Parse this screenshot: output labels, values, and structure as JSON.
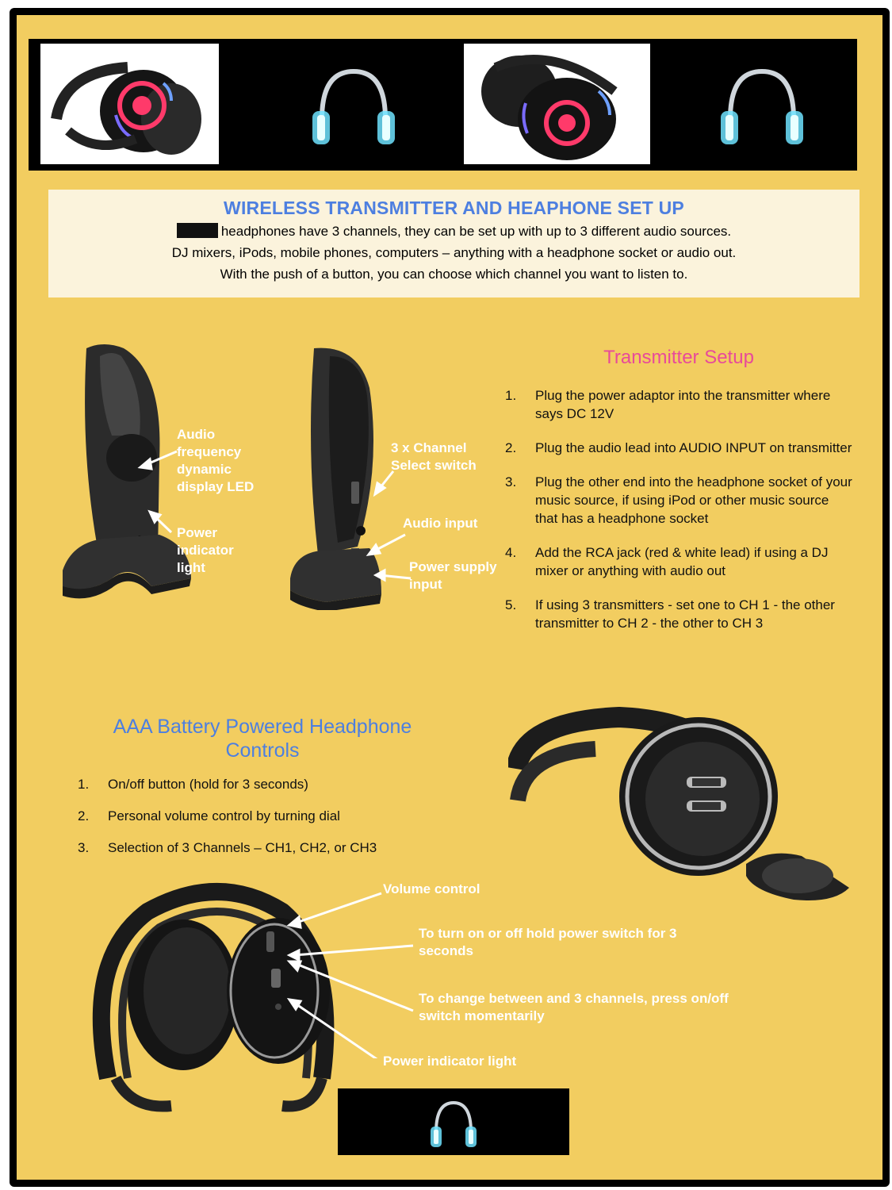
{
  "title": "WIRELESS TRANSMITTER AND HEAPHONE SET UP",
  "intro": {
    "line1": "headphones have 3 channels, they can be set up with up to 3 different audio sources.",
    "line2": "DJ mixers, iPods, mobile phones, computers – anything with a headphone socket or audio out.",
    "line3": "With the push of a button, you can choose which channel you want to listen to."
  },
  "transmitter_labels": {
    "led": "Audio frequency dynamic display LED",
    "power_light": "Power indicator light",
    "channel_switch": "3 x Channel Select switch",
    "audio_input": "Audio input",
    "power_input": "Power supply input"
  },
  "transmitter_setup": {
    "heading": "Transmitter Setup",
    "steps": [
      {
        "num": "1.",
        "text": "Plug the power adaptor into the transmitter where says DC 12V"
      },
      {
        "num": "2.",
        "text": "Plug the audio lead into AUDIO INPUT on transmitter"
      },
      {
        "num": "3.",
        "text": "Plug the other end into the headphone socket of your music source, if using iPod or other music source that has a headphone socket"
      },
      {
        "num": "4.",
        "text": "Add the RCA jack (red & white lead) if using a DJ mixer or anything with audio out"
      },
      {
        "num": "5.",
        "text": "If using 3 transmitters - set one to CH 1 - the other transmitter to CH 2 - the other to CH 3"
      }
    ]
  },
  "headphone_controls": {
    "heading": "AAA Battery Powered Headphone Controls",
    "steps": [
      {
        "num": "1.",
        "text": "On/off button (hold for 3 seconds)"
      },
      {
        "num": "2.",
        "text": "Personal volume control by turning dial"
      },
      {
        "num": "3.",
        "text": "Selection of 3 Channels – CH1, CH2, or CH3"
      }
    ]
  },
  "headphone_labels": {
    "volume": "Volume control",
    "power_switch": "To turn on or off hold power switch for 3 seconds",
    "change_channel": "To change between and 3 channels, press on/off switch  momentarily",
    "power_light": "Power indicator light"
  },
  "colors": {
    "background": "#f2cd60",
    "heading_blue": "#4d7fe0",
    "heading_pink": "#e84a9a",
    "infobox": "#fbf3dc"
  }
}
